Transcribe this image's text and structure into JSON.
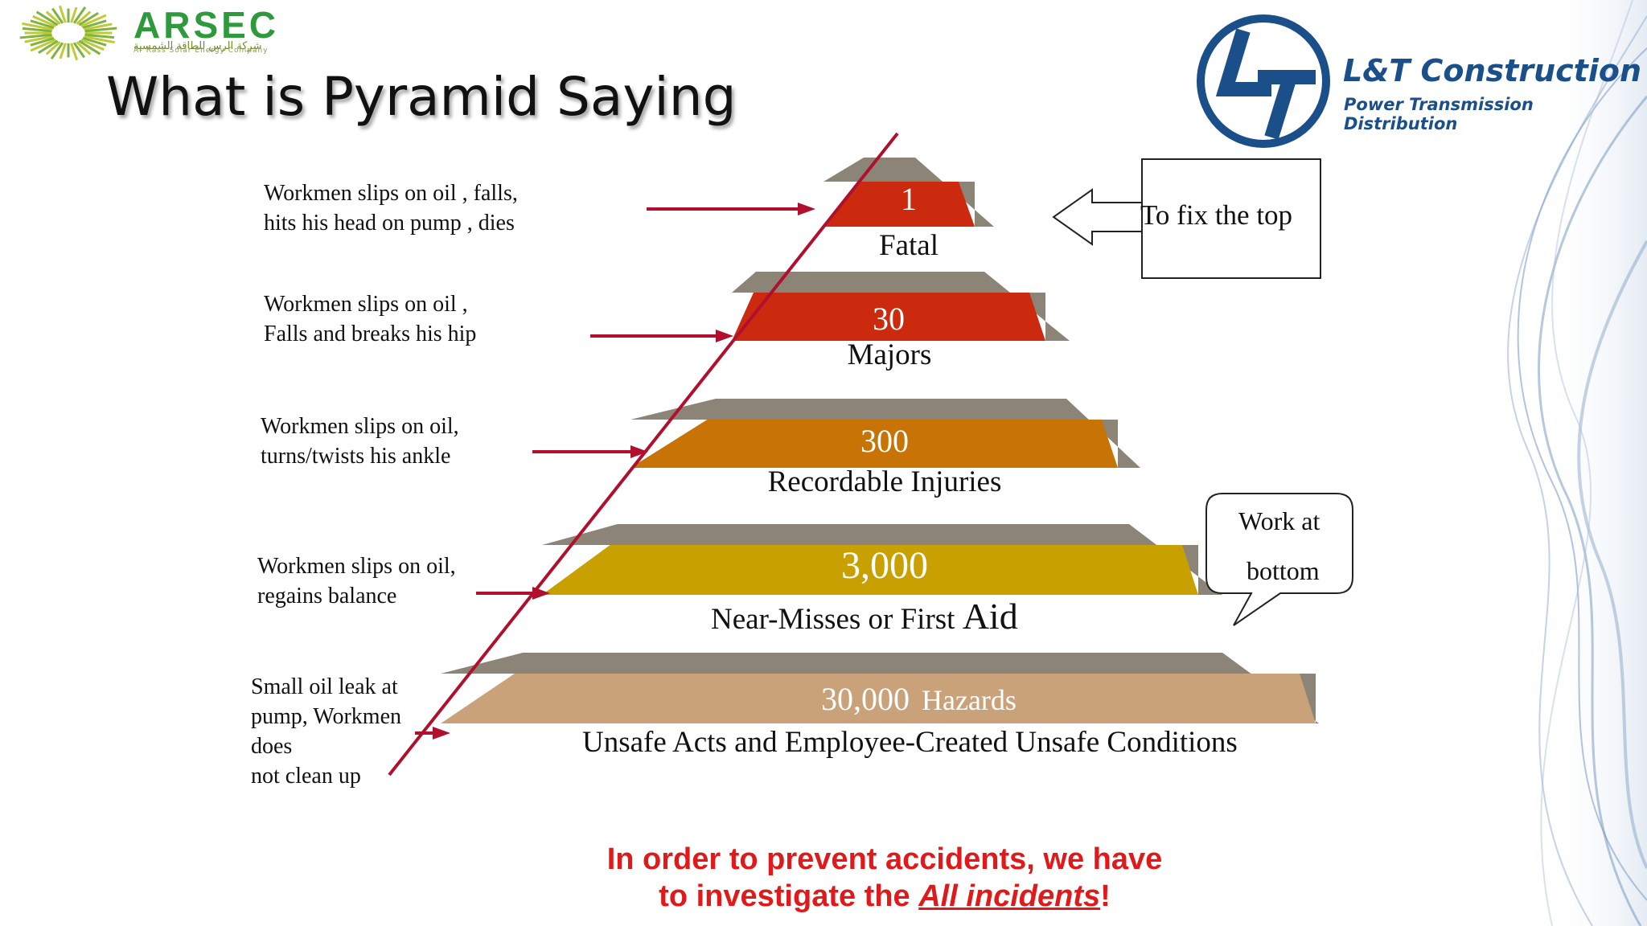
{
  "logos": {
    "left": {
      "name": "ARSEC",
      "arabic": "شركة الرس للطاقة الشمسية",
      "english": "Ar Rass Solar Energy Company"
    },
    "right": {
      "name": "L&T Construction",
      "subtitle": "Power Transmission Distribution"
    }
  },
  "title": "What is Pyramid Saying",
  "levels": [
    {
      "count": "1",
      "label": "Fatal",
      "color": "#cc2a0f",
      "description": "Workmen slips on oil , falls,\nhits his head on pump , dies"
    },
    {
      "count": "30",
      "label": "Majors",
      "color": "#cc2a0f",
      "description": "Workmen slips on oil ,\nFalls and breaks his hip"
    },
    {
      "count": "300",
      "label": "Recordable Injuries",
      "color": "#c87305",
      "description": "Workmen slips on oil,\nturns/twists his ankle"
    },
    {
      "count": "3,000",
      "label": "Near-Misses or First ",
      "label_big": "Aid",
      "color": "#c8a000",
      "description": "Workmen slips on oil,\nregains balance"
    },
    {
      "count": "30,000",
      "count_suffix": "Hazards",
      "label": "Unsafe Acts and  Employee-Created Unsafe Conditions",
      "color": "#c9a27a",
      "description": "Small oil leak at\npump,     Workmen\ndoes\nnot clean up"
    }
  ],
  "callouts": {
    "top": "To fix the top",
    "bottom_line1": "Work at",
    "bottom_line2": "bottom"
  },
  "message": {
    "line1": "In order to prevent accidents, we have",
    "line2_prefix": "to investigate the ",
    "line2_emph": "All incidents",
    "line2_suffix": "!"
  },
  "colors": {
    "arrow": "#b0102e",
    "diagonal": "#b0102e",
    "tier_top_face": "#8c8577",
    "message": "#e0191b",
    "brand_green": "#2e9a3c",
    "brand_blue": "#1b4f8a"
  }
}
